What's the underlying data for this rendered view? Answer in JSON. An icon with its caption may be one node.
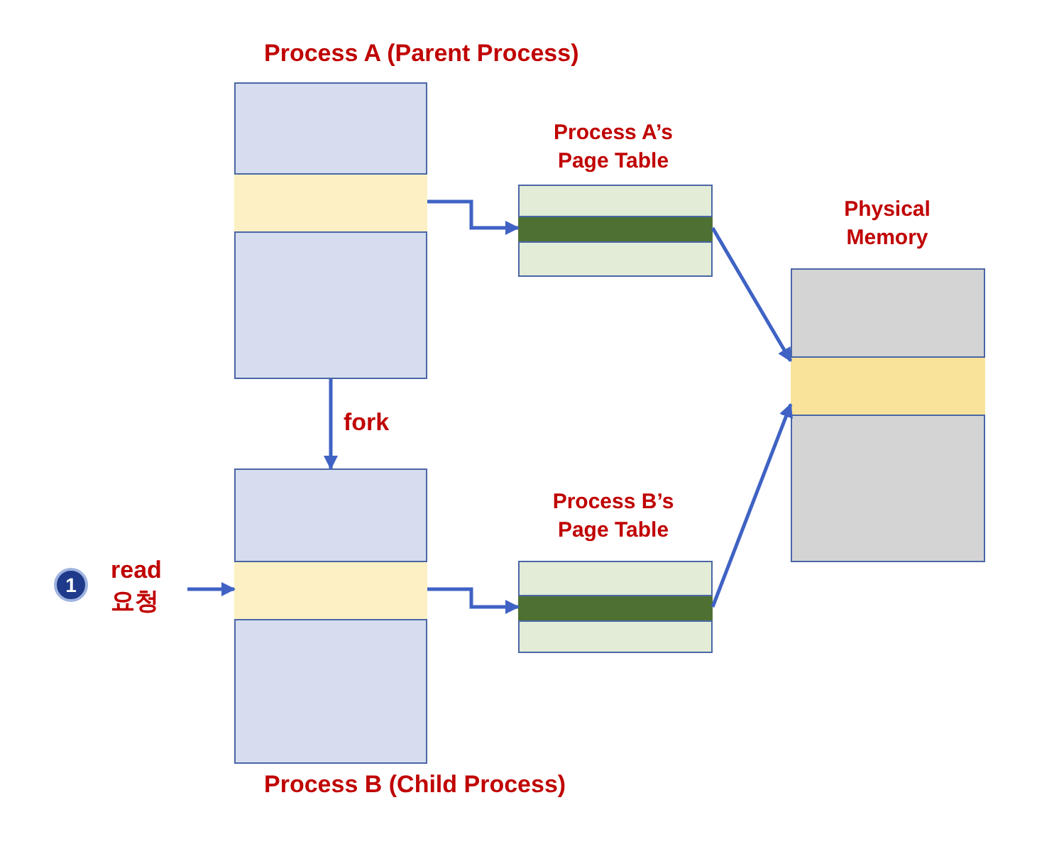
{
  "diagram": {
    "nodes": [
      {
        "text": [
          "Process A (Parent Process)"
        ]
      },
      {
        "text": [],
        "shape": "bar",
        "in": 0
      },
      {
        "text": [
          "Process A’s Page Table"
        ]
      },
      {
        "text": [],
        "shape": "bar",
        "in": 2
      },
      {
        "text": [
          "Physical Memory"
        ]
      },
      {
        "text": [],
        "shape": "bar",
        "in": 4
      },
      {
        "text": [
          "Process B (Child Process)"
        ]
      },
      {
        "text": [],
        "shape": "bar",
        "in": 6
      },
      {
        "text": [
          "Process B’s Page Table"
        ]
      },
      {
        "text": [],
        "shape": "bar",
        "in": 8
      },
      {
        "text": [
          "1",
          "read 요청"
        ]
      }
    ],
    "edges": [
      {
        "from": 0,
        "to": 6,
        "arrow": "to",
        "label": "fork"
      },
      {
        "from": 1,
        "to": 3,
        "arrow": "to"
      },
      {
        "from": 3,
        "to": 5,
        "arrow": "to"
      },
      {
        "from": 7,
        "to": 9,
        "arrow": "to"
      },
      {
        "from": 9,
        "to": 5,
        "arrow": "to"
      },
      {
        "from": 10,
        "to": 7,
        "arrow": "to"
      }
    ]
  }
}
